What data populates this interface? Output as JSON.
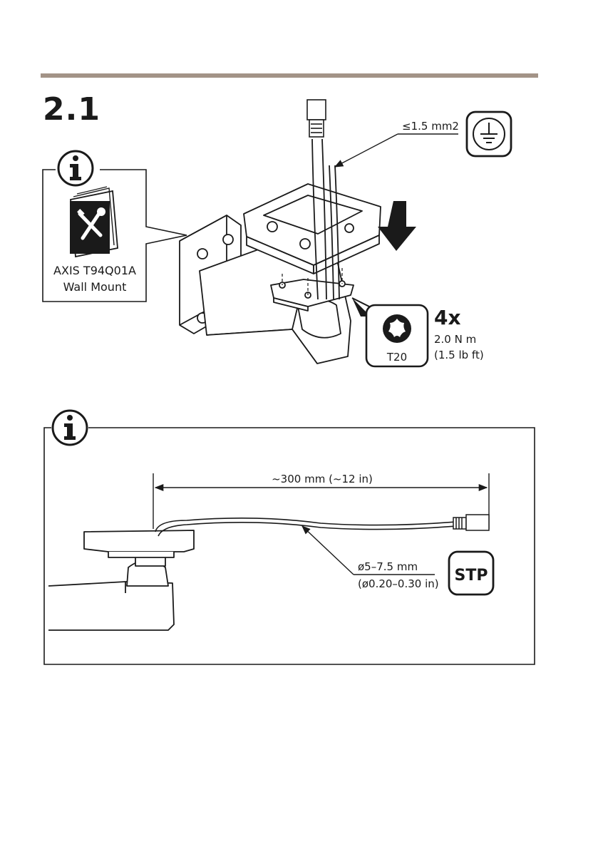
{
  "step_number": "2.1",
  "wire_label": "≤1.5 mm2",
  "info_box_top": {
    "product_line1": "AXIS T94Q01A",
    "product_line2": "Wall Mount"
  },
  "torque": {
    "count": "4x",
    "value_metric": "2.0 N m",
    "value_imperial": "(1.5 lb ft)",
    "bit": "T20"
  },
  "info_box_bottom": {
    "length_label": "~300 mm (~12 in)",
    "diameter_metric": "ø5–7.5 mm",
    "diameter_imperial": "(ø0.20–0.30 in)",
    "cable_type": "STP"
  },
  "icons": [
    "info-icon",
    "tools-manual-icon",
    "protective-earth-icon",
    "torx-icon",
    "stp-cable-icon",
    "arrow-down-icon",
    "ethernet-connector-icon"
  ],
  "colors": {
    "rule": "#a39387",
    "line": "#1a1a1a"
  }
}
